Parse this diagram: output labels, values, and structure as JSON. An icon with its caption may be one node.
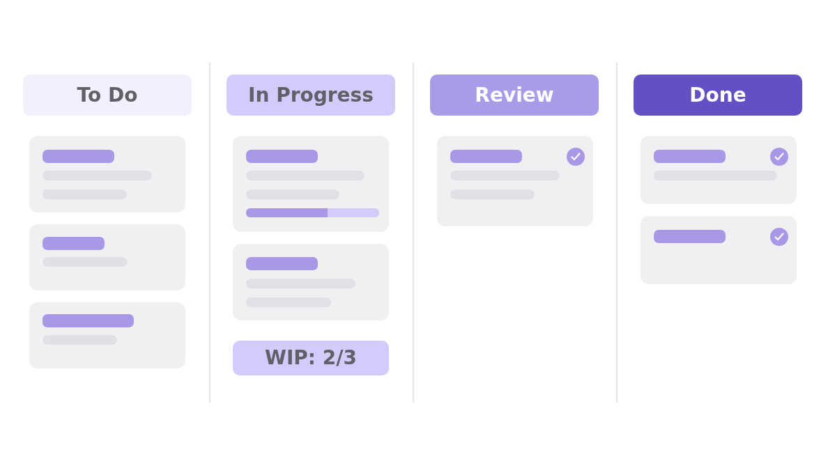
{
  "diagram": {
    "nodes": [
      {
        "text": [
          "To Do"
        ]
      },
      {
        "text": [],
        "shape": "box"
      },
      {
        "text": [],
        "shape": "box"
      },
      {
        "text": [],
        "shape": "box"
      },
      {
        "text": [
          "In Progress"
        ]
      },
      {
        "text": [],
        "shape": "box"
      },
      {
        "text": [],
        "shape": "box"
      },
      {
        "text": [
          "WIP: 2/3"
        ]
      },
      {
        "text": [
          "Review"
        ]
      },
      {
        "text": [],
        "shape": "box"
      },
      {
        "text": [
          "Done"
        ]
      },
      {
        "text": [],
        "shape": "box"
      },
      {
        "text": [],
        "shape": "box"
      }
    ]
  }
}
